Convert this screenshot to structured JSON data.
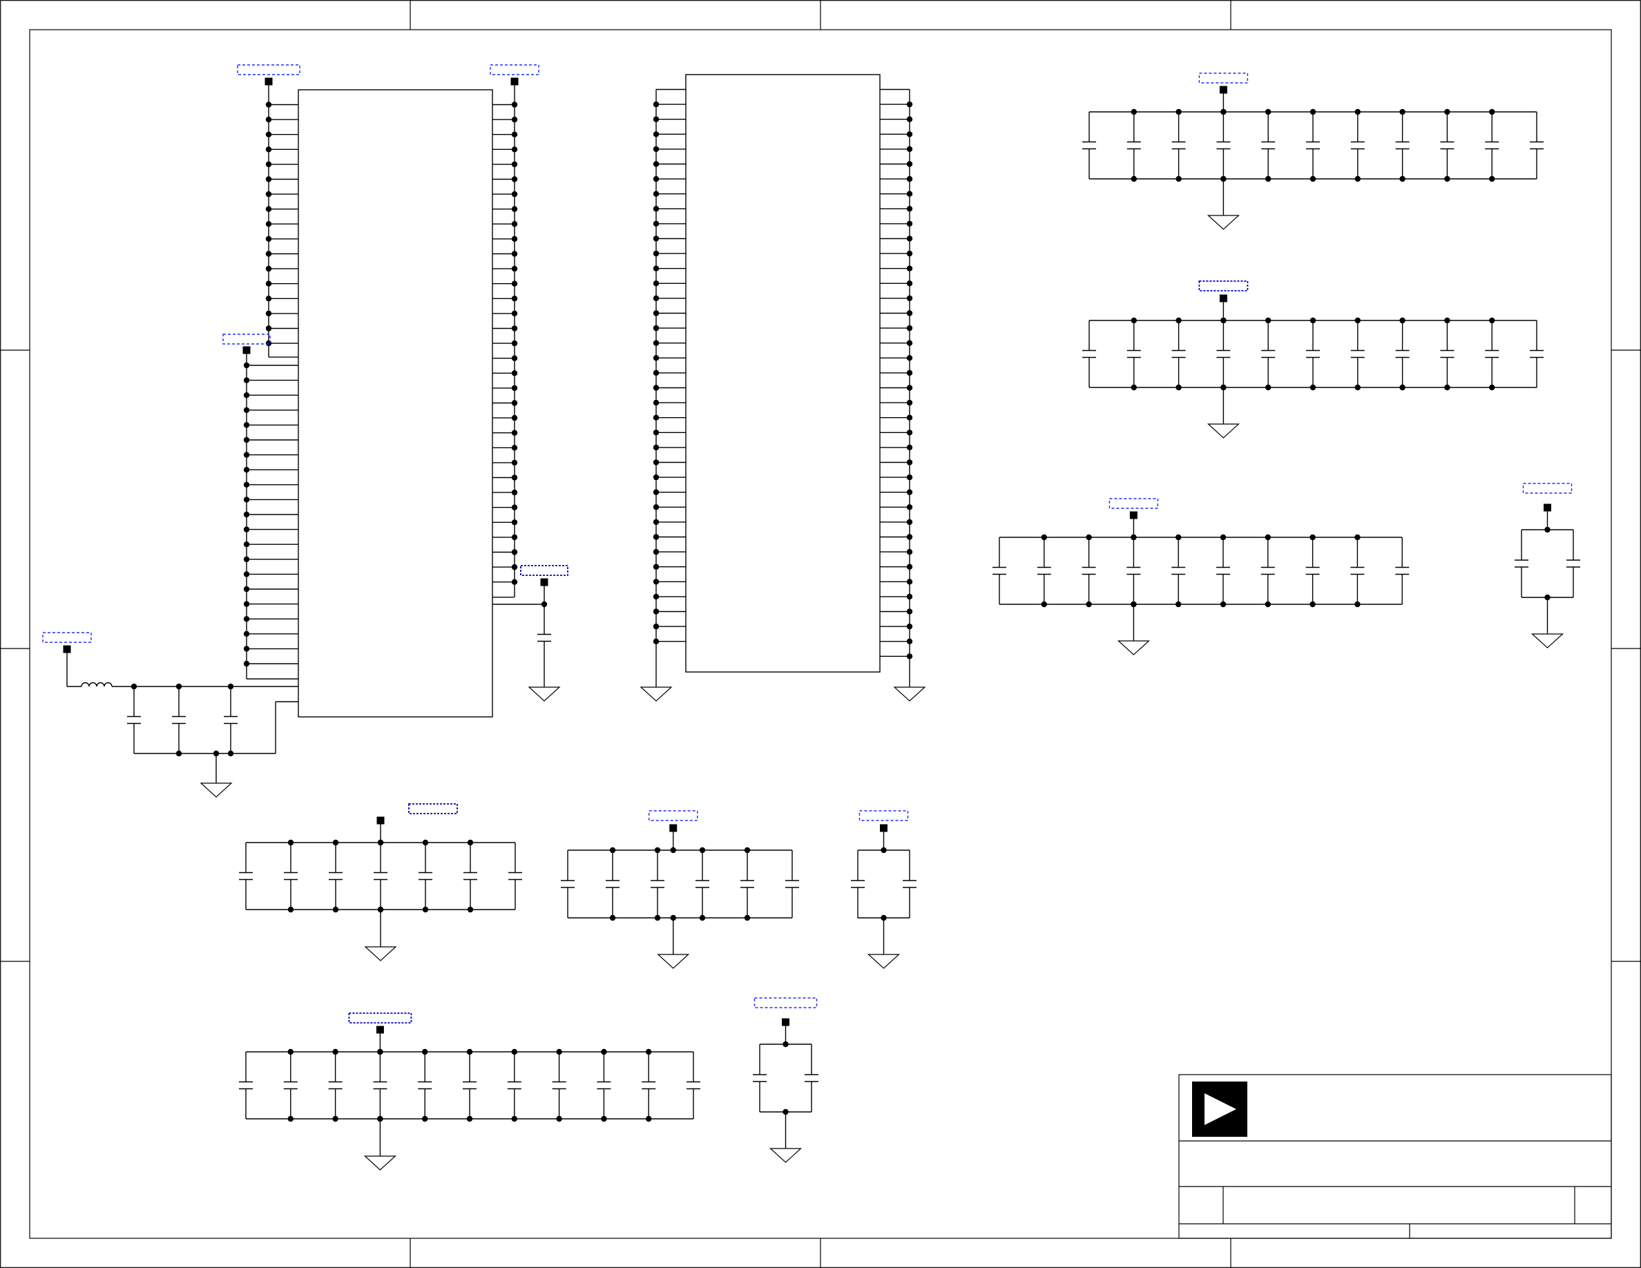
{
  "sheet": {
    "zone_columns": 4,
    "zone_rows": 4,
    "line_color": "#000000",
    "net_label_color": "#1f2cff"
  },
  "title_block": {
    "logo_icon": "play-triangle-logo-icon",
    "logo_bg": "#000000"
  },
  "decoupling_groups": [
    {
      "id": "g1",
      "capacitors": 11
    },
    {
      "id": "g2",
      "capacitors": 11
    },
    {
      "id": "g3",
      "capacitors": 10
    },
    {
      "id": "g4",
      "capacitors": 2
    },
    {
      "id": "g5",
      "capacitors": 7
    },
    {
      "id": "g6",
      "capacitors": 6
    },
    {
      "id": "g7",
      "capacitors": 2
    },
    {
      "id": "g8",
      "capacitors": 11
    },
    {
      "id": "g9",
      "capacitors": 2
    }
  ],
  "ics": [
    {
      "id": "u1",
      "left_pins_upper": 17,
      "left_pins_lower": 21,
      "right_pins": 33
    },
    {
      "id": "u2",
      "left_pins": 38,
      "right_pins": 39
    }
  ],
  "filter": {
    "capacitors": 3,
    "inductors": 1
  }
}
